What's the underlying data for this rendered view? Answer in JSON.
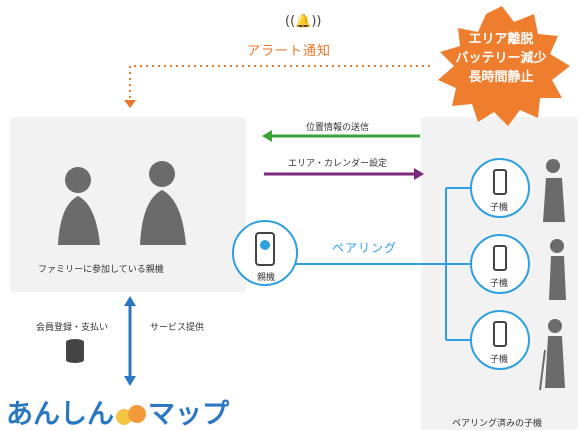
{
  "alert": {
    "label": "アラート通知",
    "icon": "bell-icon"
  },
  "burst": {
    "lines": [
      "エリア離脱",
      "バッテリー減少",
      "長時間静止"
    ]
  },
  "arrows": {
    "location_send": "位置情報の送信",
    "area_calendar": "エリア・カレンダー設定",
    "pairing": "ペアリング"
  },
  "parent_panel": {
    "label": "ファミリーに参加している親機"
  },
  "parent_device": {
    "label": "親機"
  },
  "child_panel": {
    "label": "ペアリング済みの子機",
    "devices": [
      "子機",
      "子機",
      "子機"
    ]
  },
  "bottom": {
    "register": "会員登録・支払い",
    "service": "サービス提供"
  },
  "logo": {
    "part1": "あんしん",
    "part2": "マップ"
  },
  "colors": {
    "alert": "#e8782a",
    "green": "#3aa33a",
    "purple": "#7b2a7b",
    "blue": "#2f9fe0",
    "dark_blue": "#2a77c4",
    "silhouette": "#6b6b6b"
  }
}
